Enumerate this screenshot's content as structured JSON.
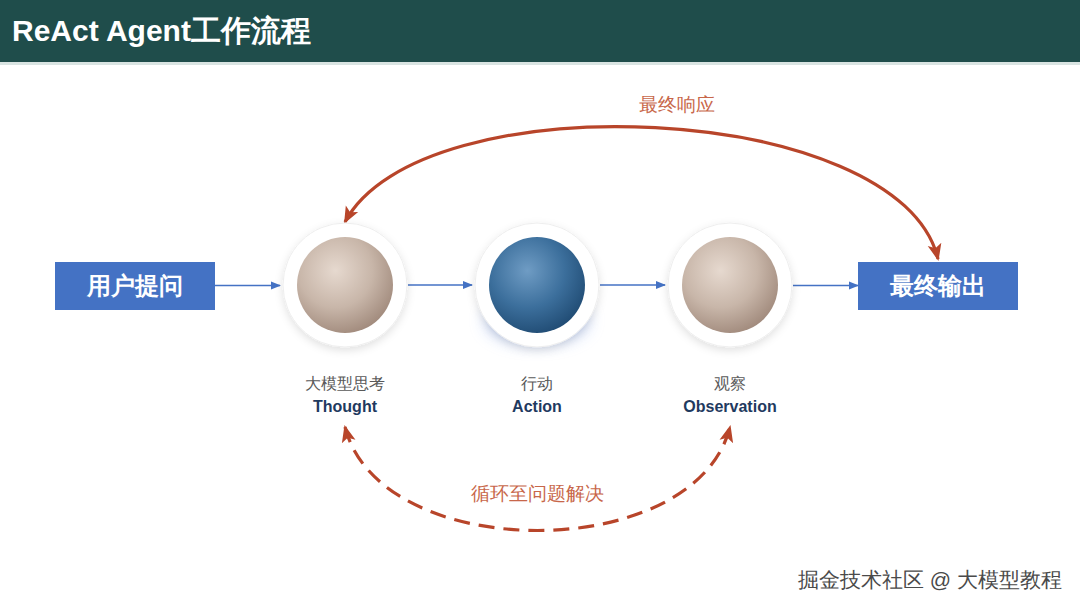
{
  "diagram": {
    "title": "ReAct Agent工作流程",
    "nodes": [
      {
        "text": [
          "用户提问"
        ]
      },
      {
        "text": [
          "大模型思考",
          "Thought"
        ]
      },
      {
        "text": [
          "行动",
          "Action"
        ]
      },
      {
        "text": [
          "观察",
          "Observation"
        ]
      },
      {
        "text": [
          "最终输出"
        ]
      }
    ],
    "edges": [
      {
        "from": 0,
        "to": 1,
        "arrow": "to"
      },
      {
        "from": 1,
        "to": 2,
        "arrow": "to"
      },
      {
        "from": 2,
        "to": 3,
        "arrow": "to"
      },
      {
        "from": 3,
        "to": 4,
        "arrow": "to"
      },
      {
        "from": 4,
        "to": 1,
        "label": "最终响应",
        "arrow": "both"
      },
      {
        "from": 1,
        "to": 3,
        "label": "循环至问题解决",
        "arrow": "both"
      }
    ],
    "labels": [
      "掘金技术社区 @ 大模型教程"
    ]
  }
}
